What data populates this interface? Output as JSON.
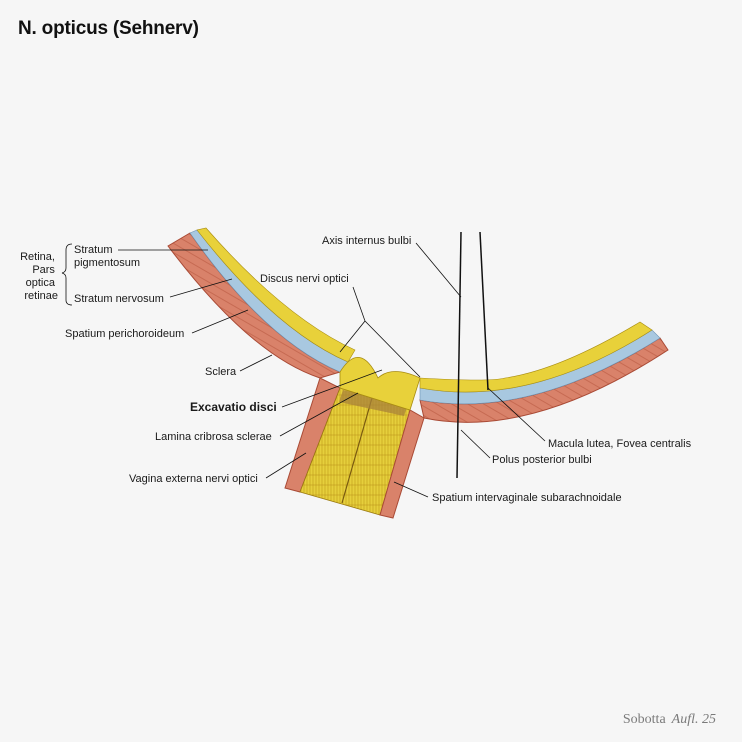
{
  "title": "N. opticus (Sehnerv)",
  "labels": {
    "retina_group": [
      "Retina,",
      "Pars",
      "optica",
      "retinae"
    ],
    "stratum_pigmentosum": [
      "Stratum",
      "pigmentosum"
    ],
    "stratum_nervosum": "Stratum nervosum",
    "spatium_perichoroideum": "Spatium perichoroideum",
    "sclera": "Sclera",
    "excavatio_disci": "Excavatio disci",
    "lamina_cribrosa": "Lamina cribrosa sclerae",
    "vagina_externa": "Vagina externa nervi optici",
    "axis_internus": "Axis internus bulbi",
    "discus_nervi_optici": "Discus nervi optici",
    "macula_lutea": "Macula lutea, Fovea centralis",
    "polus_posterior": "Polus posterior bulbi",
    "spatium_intervaginale": "Spatium intervaginale subarachnoidale"
  },
  "footer": {
    "book": "Sobotta",
    "edition": "Aufl. 25"
  },
  "colors": {
    "sclera": "#d9826a",
    "sclera_dark": "#b3553f",
    "retina_yellow": "#e8d13a",
    "choroid_blue": "#a8c8e0",
    "nerve_yellow": "#e6cf3c",
    "background": "#f6f6f6"
  }
}
